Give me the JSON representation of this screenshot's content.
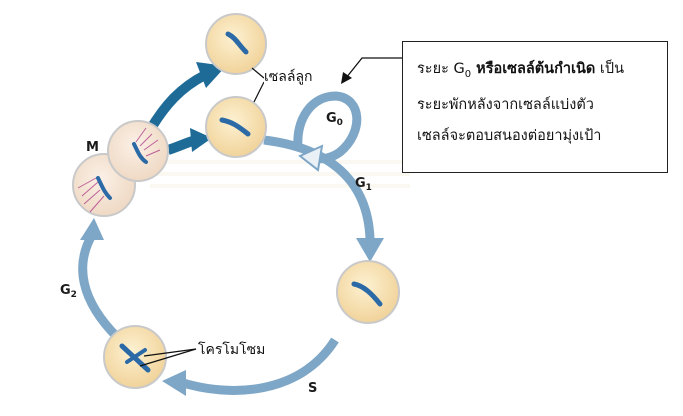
{
  "stages": {
    "m": "M",
    "g0": "G",
    "g0_sub": "0",
    "g1": "G",
    "g1_sub": "1",
    "g2": "G",
    "g2_sub": "2",
    "s": "S"
  },
  "labels": {
    "daughter_cells": "เซลล์ลูก",
    "chromosome": "โครโมโซม"
  },
  "note": {
    "line1_prefix": "ระยะ G",
    "line1_sub": "0",
    "line1_bold": " หรือเซลล์ต้นกำเนิด",
    "line1_suffix": " เป็น",
    "line2": "ระยะพักหลังจากเซลล์แบ่งตัว",
    "line3": "เซลล์จะตอบสนองต่อยามุ่งเป้า"
  },
  "colors": {
    "cycle_arrow": "#7ea6c6",
    "division_arrow": "#1f6b98",
    "cell_fill": "#f6deaa",
    "cell_stroke": "#c9c9c9",
    "chromosome": "#2b6aa6",
    "spindle": "#b0408a"
  }
}
